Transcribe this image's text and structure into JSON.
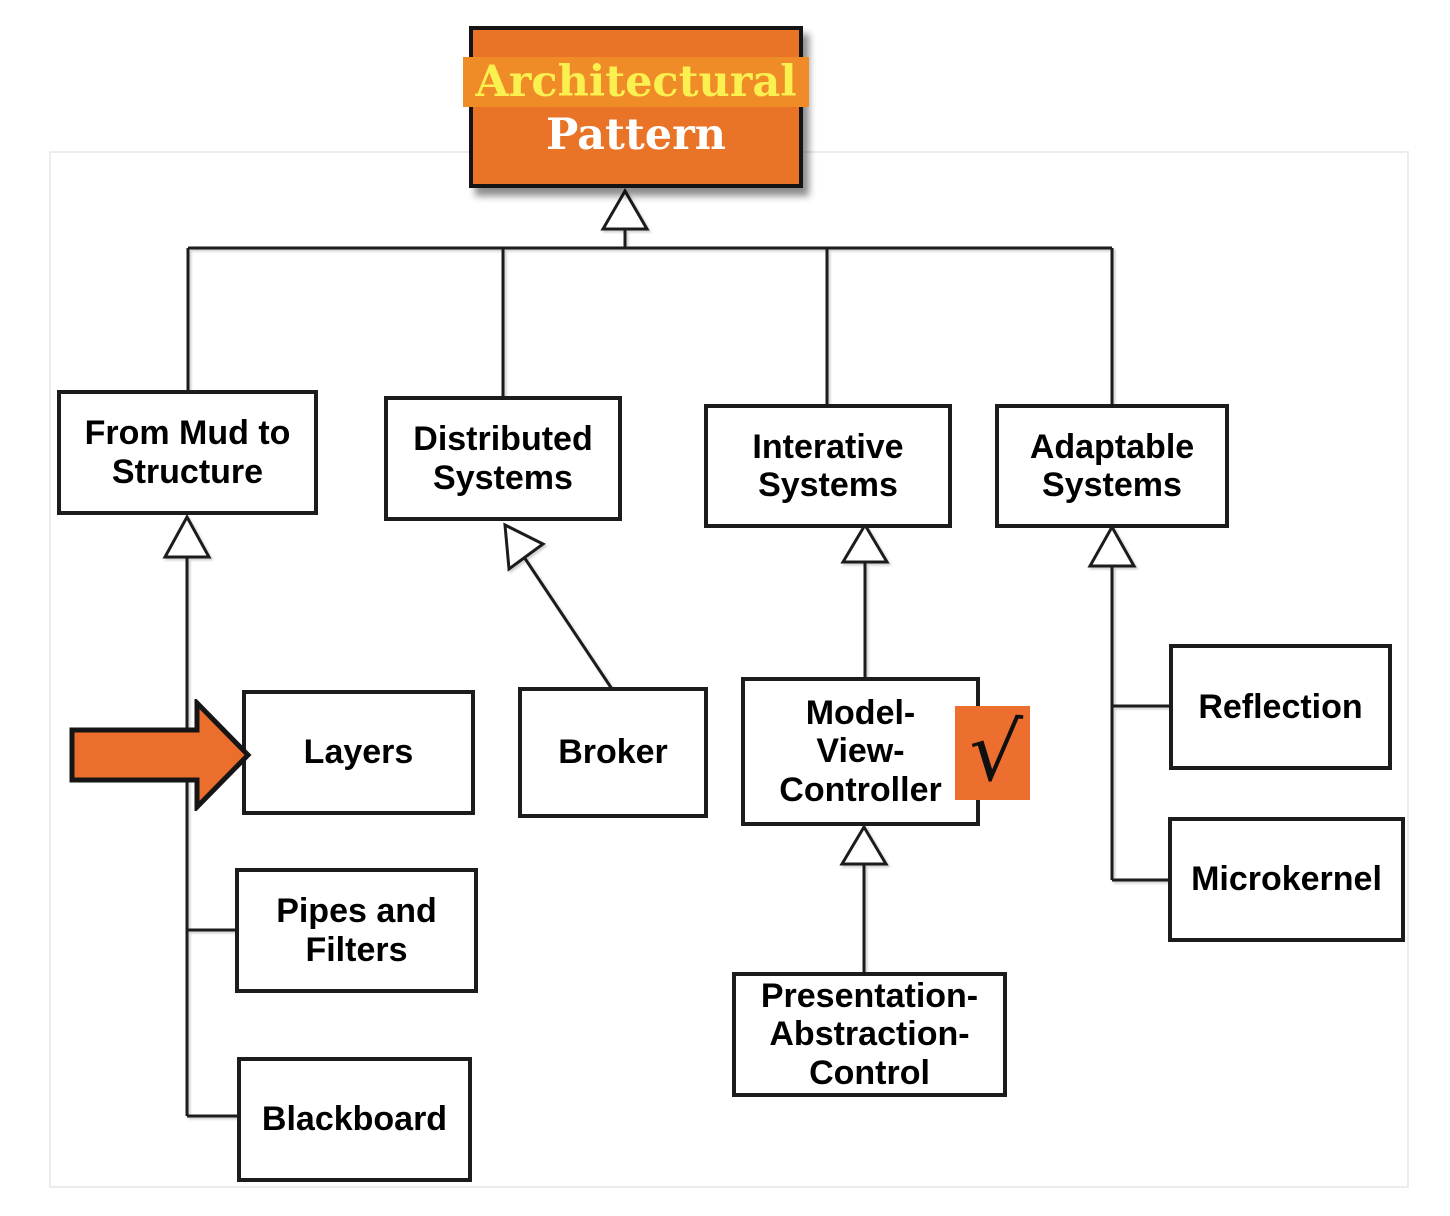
{
  "root": {
    "line1": "Architectural",
    "line2": "Pattern"
  },
  "categories": [
    {
      "id": "from-mud-to-structure",
      "label": [
        "From Mud to",
        "Structure"
      ]
    },
    {
      "id": "distributed-systems",
      "label": [
        "Distributed",
        "Systems"
      ]
    },
    {
      "id": "interative-systems",
      "label": [
        "Interative",
        "Systems"
      ]
    },
    {
      "id": "adaptable-systems",
      "label": [
        "Adaptable",
        "Systems"
      ]
    }
  ],
  "patterns": {
    "layers": {
      "label": [
        "Layers"
      ]
    },
    "broker": {
      "label": [
        "Broker"
      ]
    },
    "model_view_controller": {
      "label": [
        "Model-",
        "View-",
        "Controller"
      ]
    },
    "pipes_and_filters": {
      "label": [
        "Pipes and",
        "Filters"
      ]
    },
    "blackboard": {
      "label": [
        "Blackboard"
      ]
    },
    "presentation_abstraction_control": {
      "label": [
        "Presentation-",
        "Abstraction-",
        "Control"
      ]
    },
    "reflection": {
      "label": [
        "Reflection"
      ]
    },
    "microkernel": {
      "label": [
        "Microkernel"
      ]
    }
  },
  "annotations": {
    "checkmark": "√"
  },
  "colors": {
    "box_orange": "#e97427",
    "highlight_orange": "#f08c28",
    "title_yellow": "#faf050",
    "title_white": "#ffffff",
    "arrow_orange": "#ec6e2d",
    "check_orange": "#ed6f2f",
    "node_border": "#1c1c1c",
    "connector": "#1c1c1c",
    "frame_border": "#ececec"
  }
}
